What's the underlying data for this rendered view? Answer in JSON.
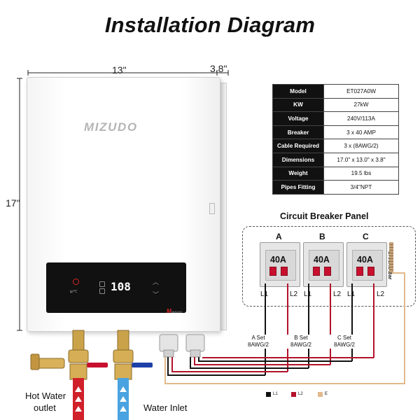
{
  "title": "Installation Diagram",
  "dimensions": {
    "width": "13\"",
    "depth": "3.8\"",
    "height": "17\""
  },
  "heater": {
    "brand": "MIZUDO",
    "display_value": "108",
    "button_label_onoff": "ψ/℃",
    "badge_text": "MIZUDO"
  },
  "specs": [
    {
      "key": "Model",
      "value": "ET027A0W"
    },
    {
      "key": "KW",
      "value": "27kW"
    },
    {
      "key": "Voltage",
      "value": "240V/113A"
    },
    {
      "key": "Breaker",
      "value": "3 x 40 AMP"
    },
    {
      "key": "Cable Required",
      "value": "3 x (8AWG/2)"
    },
    {
      "key": "Dimensions",
      "value": "17.0\" x 13.0\" x 3.8\""
    },
    {
      "key": "Weight",
      "value": "19.5 lbs"
    },
    {
      "key": "Pipes Fitting",
      "value": "3/4\"NPT"
    }
  ],
  "breaker_panel": {
    "title": "Circuit Breaker Panel",
    "ground_label": "Ground Bar",
    "breakers": [
      {
        "letter": "A",
        "rating": "40A",
        "l1": "L1",
        "l2": "L2",
        "set_line1": "A Set",
        "set_line2": "8AWG/2"
      },
      {
        "letter": "B",
        "rating": "40A",
        "l1": "L1",
        "l2": "L2",
        "set_line1": "B Set",
        "set_line2": "8AWG/2"
      },
      {
        "letter": "C",
        "rating": "40A",
        "l1": "L1",
        "l2": "L2",
        "set_line1": "C Set",
        "set_line2": "8AWG/2"
      }
    ]
  },
  "wire_legend": [
    {
      "label": "L1",
      "color": "#111111"
    },
    {
      "label": "L2",
      "color": "#b3122a"
    },
    {
      "label": "E",
      "color": "#e2b98c"
    }
  ],
  "pipes": {
    "hot_line1": "Hot Water",
    "hot_line2": "outlet",
    "inlet": "Water Inlet",
    "hot_color": "#d0202a",
    "cold_color": "#4aa3e0"
  }
}
